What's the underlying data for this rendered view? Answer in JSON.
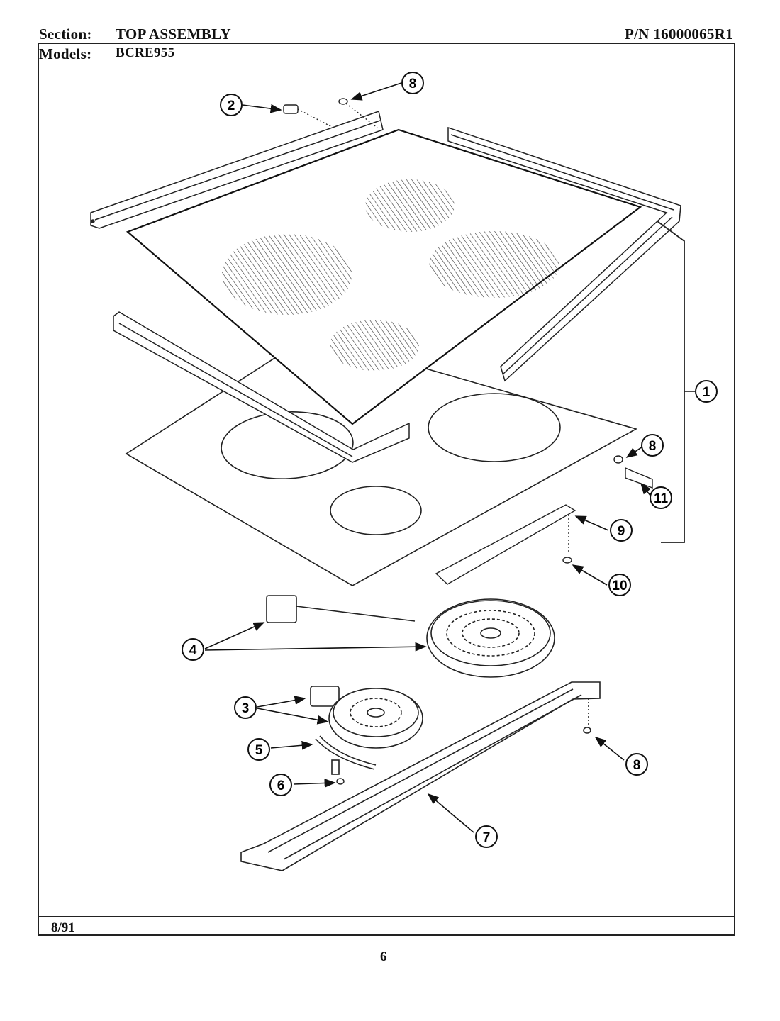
{
  "header": {
    "section_label": "Section:",
    "section_value": "TOP ASSEMBLY",
    "part_number": "P/N 16000065R1",
    "models_label": "Models:",
    "models_value": "BCRE955"
  },
  "footer": {
    "date": "8/91",
    "page_number": "6"
  },
  "callouts": [
    {
      "id": "c-2",
      "label": "2"
    },
    {
      "id": "c-8a",
      "label": "8"
    },
    {
      "id": "c-1",
      "label": "1"
    },
    {
      "id": "c-8b",
      "label": "8"
    },
    {
      "id": "c-11",
      "label": "11"
    },
    {
      "id": "c-9",
      "label": "9"
    },
    {
      "id": "c-10",
      "label": "10"
    },
    {
      "id": "c-4",
      "label": "4"
    },
    {
      "id": "c-3",
      "label": "3"
    },
    {
      "id": "c-5",
      "label": "5"
    },
    {
      "id": "c-6",
      "label": "6"
    },
    {
      "id": "c-7",
      "label": "7"
    },
    {
      "id": "c-8c",
      "label": "8"
    }
  ]
}
